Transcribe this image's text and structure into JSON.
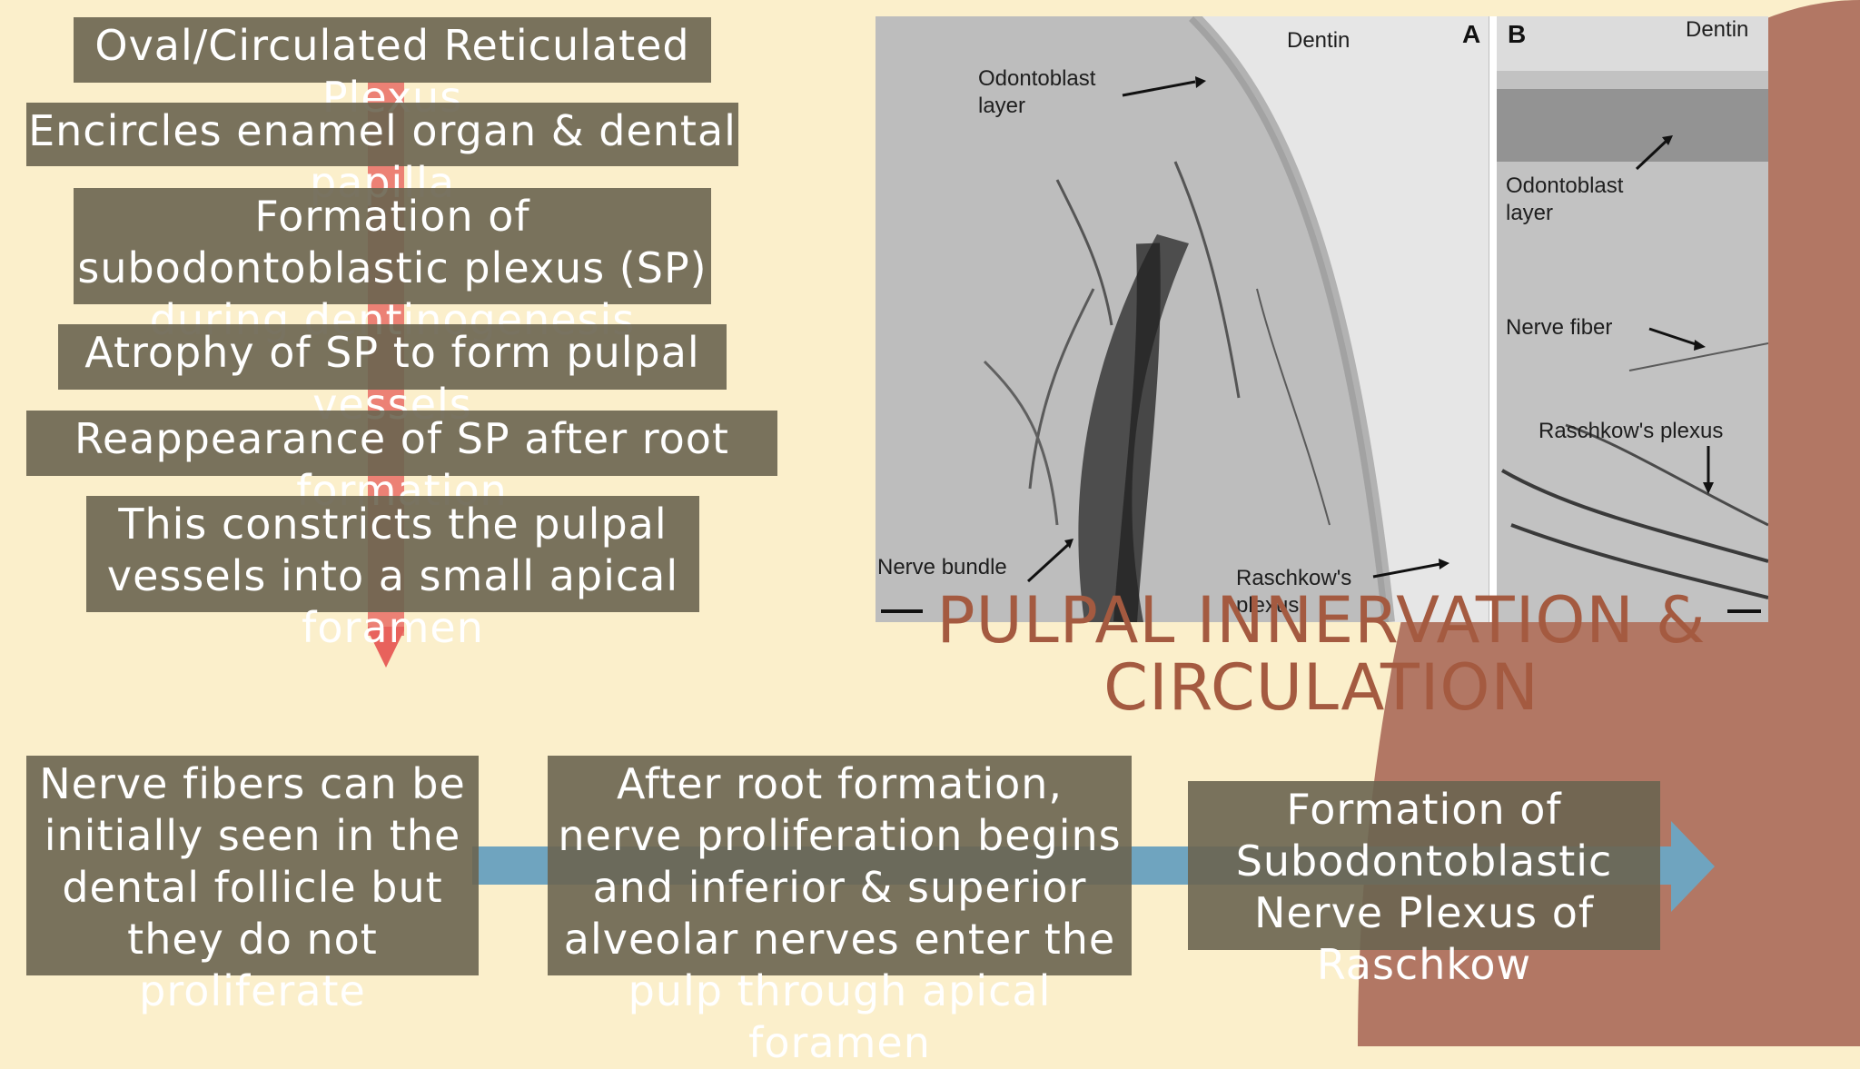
{
  "slide": {
    "title": "PULPAL INNERVATION & CIRCULATION"
  },
  "flow_vertical": [
    "Oval/Circulated Reticulated Plexus",
    "Encircles enamel organ & dental papilla",
    "Formation of subodontoblastic plexus (SP) during dentinogenesis",
    "Atrophy of SP to form pulpal vessels",
    "Reappearance of SP after root formation",
    "This constricts the pulpal vessels into a small apical foramen"
  ],
  "flow_horizontal": [
    "Nerve fibers can be initially seen in the dental follicle but they do not proliferate",
    "After root formation, nerve proliferation begins and inferior & superior alveolar nerves enter the pulp through apical foramen",
    "Formation of Subodontoblastic Nerve Plexus of Raschkow"
  ],
  "figure": {
    "panel_a": {
      "letter": "A",
      "dentin": "Dentin",
      "odontoblast_1": "Odontoblast",
      "odontoblast_2": "layer",
      "nerve_bundle": "Nerve bundle",
      "raschkow_1": "Raschkow's",
      "raschkow_2": "plexus"
    },
    "panel_b": {
      "letter": "B",
      "dentin": "Dentin",
      "odontoblast_1": "Odontoblast",
      "odontoblast_2": "layer",
      "nerve_fiber": "Nerve fiber",
      "raschkow": "Raschkow's plexus"
    }
  },
  "colors": {
    "background": "#fbefcb",
    "box": "#6a6450",
    "box_text": "#ffffff",
    "title": "#a45a40",
    "vertical_arrow": "#e8625c",
    "horizontal_arrow": "#6fa4bf",
    "corner_shape": "#b27764"
  }
}
